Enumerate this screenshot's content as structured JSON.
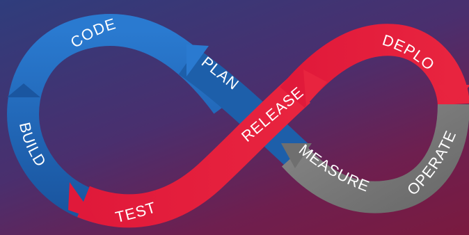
{
  "colors": {
    "dev_blue": "#1f66b4",
    "ops_red": "#dd1f3c",
    "ops_gray": "#7c7c7c"
  },
  "stages": {
    "code": "CODE",
    "build": "BUILD",
    "test": "TEST",
    "plan": "PLAN",
    "release": "RELEASE",
    "deploy": "DEPLOY",
    "operate": "OPERATE",
    "measure": "MEASURE"
  }
}
